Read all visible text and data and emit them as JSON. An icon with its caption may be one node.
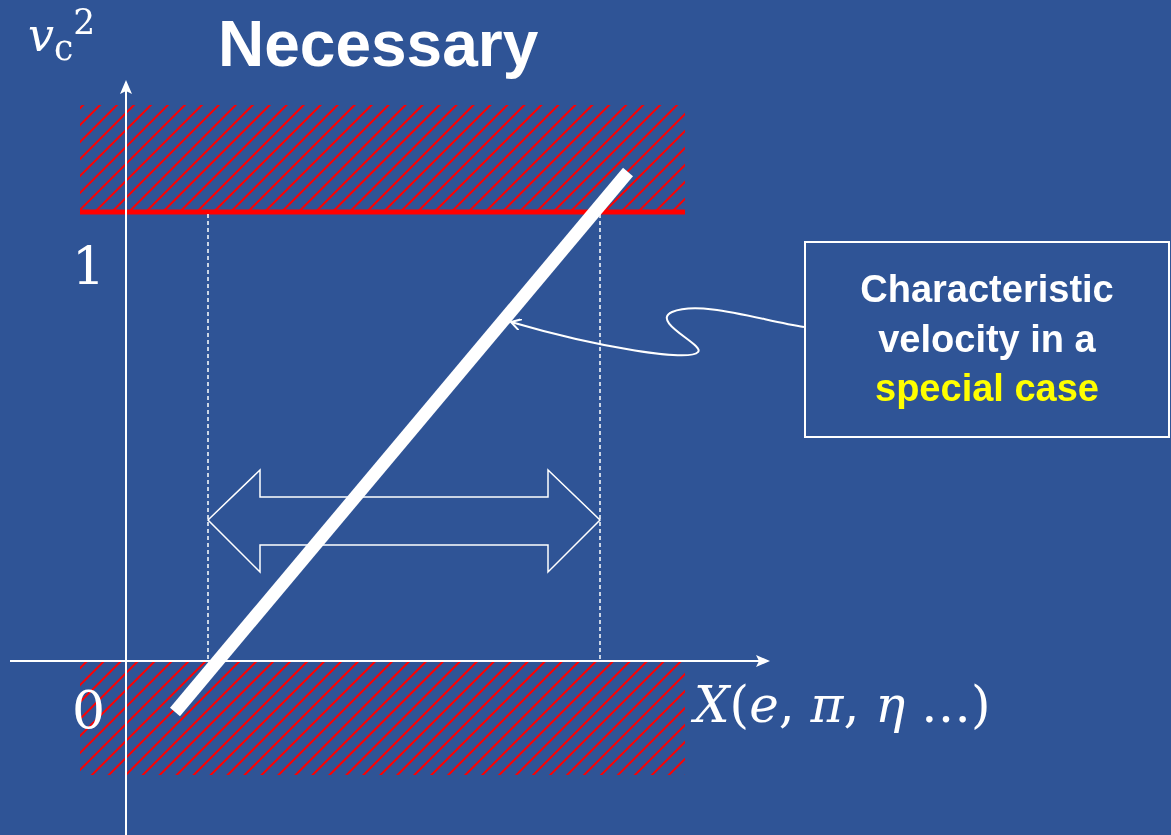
{
  "diagram": {
    "title": "Necessary",
    "nodes": [
      {
        "text": [
          "Characteristic velocity in a",
          "special case"
        ]
      },
      {
        "text": [],
        "shape": "bar"
      }
    ],
    "edges": [
      {
        "from": 0,
        "to": 1,
        "arrow": "to"
      }
    ],
    "labels": [
      "*v*$_{c}$$^{2}$",
      "1",
      "0",
      "*X*(*e*, *π*, *η* …)"
    ]
  }
}
